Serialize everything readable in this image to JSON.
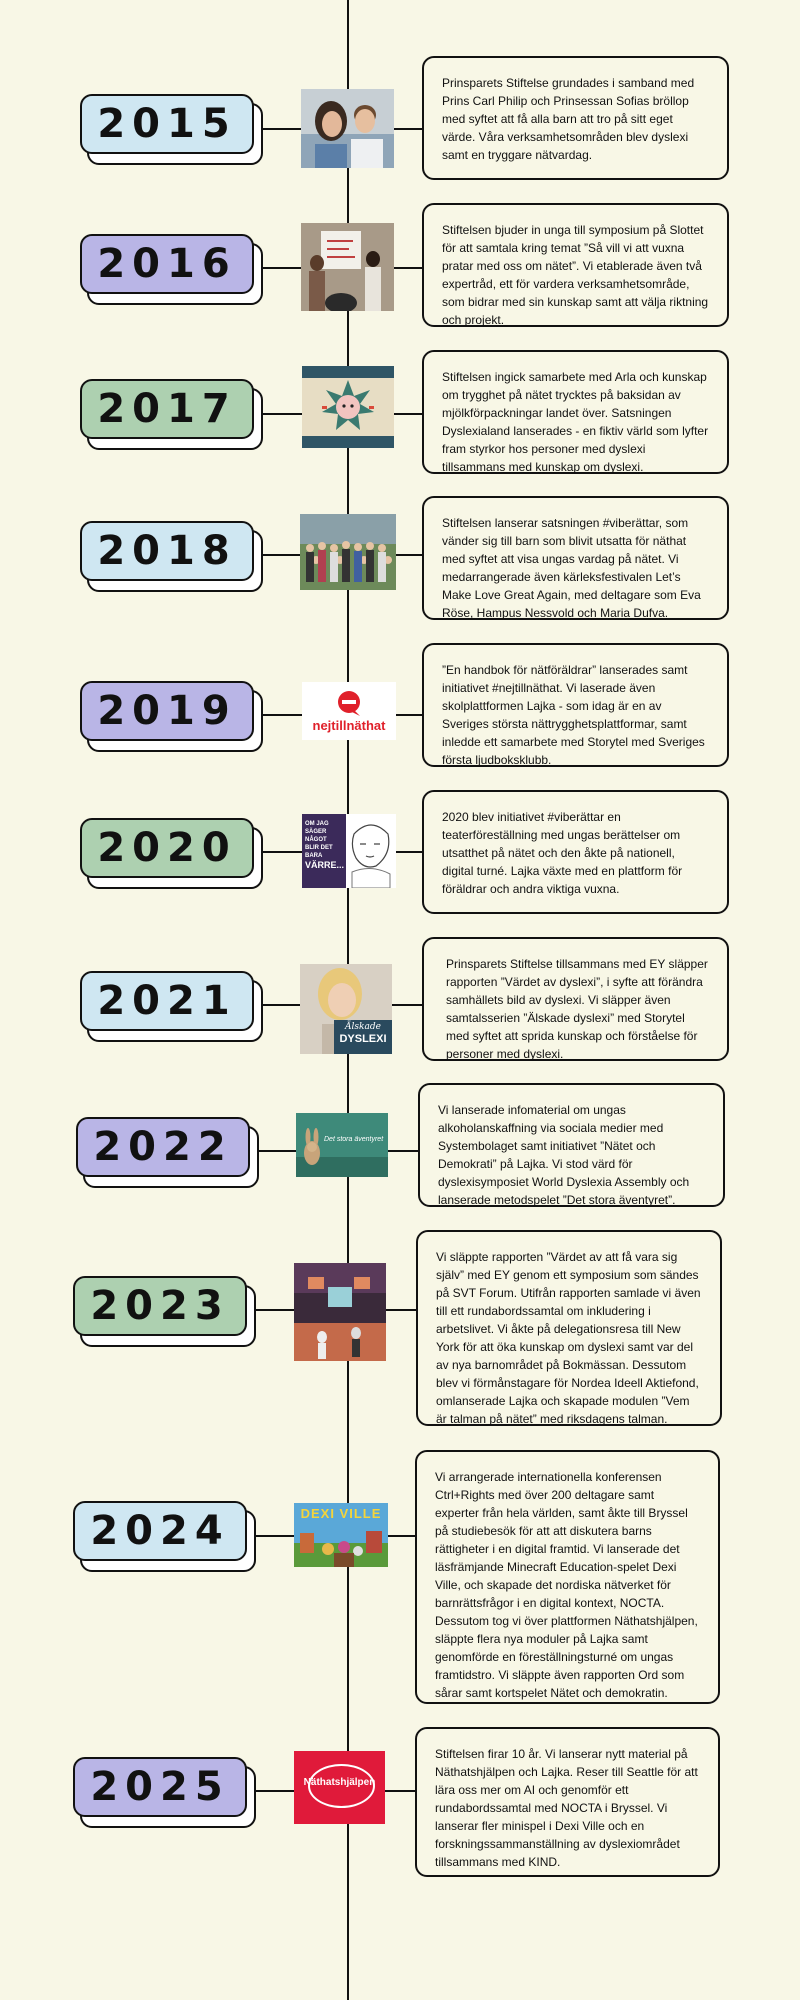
{
  "colors": {
    "background": "#f8f7e6",
    "blue": "#cfe7f2",
    "purple": "#b9b5e6",
    "green": "#add0b0",
    "line": "#111111"
  },
  "entries": [
    {
      "year": "2015",
      "image": "royal-couple-photo",
      "text": "Prinsparets Stiftelse grundades i samband med Prins Carl Philip och Prinsessan Sofias bröllop med syftet att få alla barn att tro på sitt eget värde. Våra verksamhetsområden blev dyslexi samt en tryggare nätvardag."
    },
    {
      "year": "2016",
      "image": "symposium-photo",
      "text": "Stiftelsen bjuder in unga till symposium på Slottet för att samtala kring temat ”Så vill vi att vuxna pratar med oss om nätet”. Vi etablerade även två expertråd, ett för vardera verksamhetsområde, som bidrar med sin kunskap samt att välja riktning och projekt."
    },
    {
      "year": "2017",
      "image": "dyslexialand-logo",
      "text": "Stiftelsen ingick samarbete med Arla och kunskap om trygghet på nätet trycktes på baksidan av mjölkförpackningar landet över. Satsningen Dyslexialand lanserades - en fiktiv värld som lyfter fram styrkor hos personer med dyslexi tillsammans med kunskap om dyslexi."
    },
    {
      "year": "2018",
      "image": "group-photo",
      "text": "Stiftelsen lanserar satsningen #viberättar, som vänder sig till barn som blivit utsatta för näthat med syftet att visa ungas vardag på nätet. Vi medarrangerade även kärleksfestivalen Let’s Make Love Great Again, med deltagare som Eva Röse, Hampus Nessvold och Maria Dufva."
    },
    {
      "year": "2019",
      "image": "nejtillnathat-logo",
      "logo_text": "nejtillnäthat",
      "text": "”En handbok för nätföräldrar” lanserades samt initiativet #nejtillnäthat. Vi laserade även skolplattformen Lajka - som idag är en av Sveriges största nättrygghetsplattformar, samt inledde ett samarbete med Storytel med Sveriges första ljudboksklubb."
    },
    {
      "year": "2020",
      "image": "viberattar-poster",
      "poster_lines": [
        "OM JAG",
        "SÄGER NÅGOT",
        "BLIR DET BARA",
        "VÄRRE..."
      ],
      "text": "2020 blev initiativet #viberättar en teaterföreställning med ungas berättelser om utsatthet på nätet och den åkte på nationell, digital turné. Lajka växte med en plattform för föräldrar och andra viktiga vuxna."
    },
    {
      "year": "2021",
      "image": "alskade-dyslexi-cover",
      "cover_lines": [
        "Älskade",
        "DYSLEXI"
      ],
      "text": "Prinsparets Stiftelse tillsammans med EY släpper rapporten ”Värdet av dyslexi”, i syfte att förändra samhällets bild av dyslexi. Vi släpper även samtalsserien ”Älskade dyslexi” med Storytel med syftet att sprida kunskap och förståelse för personer med dyslexi."
    },
    {
      "year": "2022",
      "image": "stora-aventyret-game",
      "game_title": "Det stora äventyret",
      "text": "Vi lanserade infomaterial om ungas alkoholanskaffning via sociala medier med Systembolaget samt initiativet ”Nätet och Demokrati” på Lajka. Vi stod värd för dyslexisymposiet World Dyslexia Assembly och lanserade metodspelet ”Det stora äventyret”."
    },
    {
      "year": "2023",
      "image": "stage-event-photo",
      "text": "Vi släppte rapporten ”Värdet av att få vara sig själv” med EY genom ett symposium som sändes på SVT Forum. Utifrån rapporten samlade vi även till ett rundabordssamtal om inkludering i arbetslivet. Vi åkte på delegationsresa till New York för att öka kunskap om dyslexi samt var del av nya barnområdet på Bokmässan. Dessutom blev vi förmånstagare för Nordea Ideell Aktiefond, omlanserade Lajka och skapade modulen ”Vem är talman på nätet” med riksdagens talman."
    },
    {
      "year": "2024",
      "image": "dexi-ville-banner",
      "game_title": "DEXI VILLE",
      "text": "Vi arrangerade internationella konferensen Ctrl+Rights med över 200 deltagare samt experter från hela världen, samt åkte till Bryssel på studiebesök för att att diskutera barns rättigheter i en digital framtid. Vi lanserade det läsfrämjande Minecraft Education-spelet Dexi Ville, och skapade det nordiska nätverket för barnrättsfrågor i en digital kontext, NOCTA. Dessutom tog vi över plattformen Näthatshjälpen, släppte flera nya moduler på Lajka samt genomförde en föreställningsturné om ungas framtidstro. Vi släppte även rapporten Ord som sårar samt kortspelet Nätet och demokratin."
    },
    {
      "year": "2025",
      "image": "nathatshjalpen-logo",
      "logo_text": "Näthatshjälpen",
      "text": "Stiftelsen firar 10 år. Vi lanserar nytt material på Näthatshjälpen och Lajka. Reser till Seattle för att lära oss mer om AI och genomför ett rundabordssamtal med NOCTA i Bryssel. Vi lanserar fler minispel i Dexi Ville och en forskningssammanställning av dyslexiområdet tillsammans med KIND."
    }
  ]
}
